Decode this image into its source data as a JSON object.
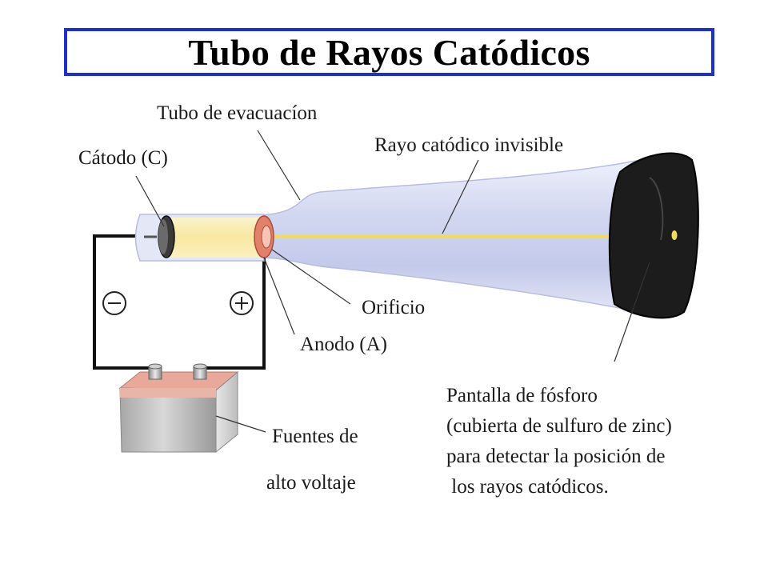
{
  "title": "Tubo de Rayos Catódicos",
  "labels": {
    "evacuation_tube": "Tubo de evacuacíon",
    "cathode": "Cátodo (C)",
    "invisible_ray": "Rayo catódico invisible",
    "orifice": "Orificio",
    "anode": "Anodo (A)",
    "source_line1": "Fuentes de",
    "source_line2": "alto voltaje"
  },
  "screen_note": [
    "Pantalla de fósforo",
    "(cubierta de sulfuro de zinc)",
    "para detectar la posición de",
    " los rayos catódicos."
  ],
  "colors": {
    "title_border": "#1a2fd6",
    "beam": "#f2dc57",
    "tube_glass": "#d7dcf2",
    "screen": "#1c1c1c",
    "anode": "#e2806b",
    "battery_top": "#e8a99a",
    "battery_body": "#bfbfbf"
  },
  "icons": {
    "negative_terminal": "minus-circle-icon",
    "positive_terminal": "plus-circle-icon"
  }
}
